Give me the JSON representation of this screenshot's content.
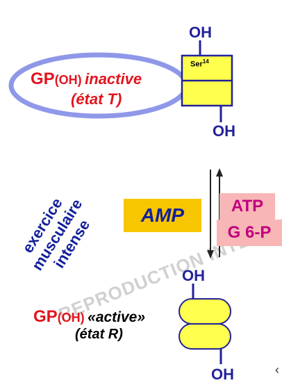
{
  "top_enzyme": {
    "top_oh": "OH",
    "ser_label": "Ser",
    "ser_superscript": "14",
    "bottom_oh": "OH",
    "name_gp": "GP",
    "name_oh": "(OH)",
    "state_word": "inactive",
    "state_name": "(état T)"
  },
  "stimulus": {
    "lines": [
      "exercice",
      "musculaire",
      "intense"
    ]
  },
  "effectors": {
    "activator": "AMP",
    "inhibitor_1": "ATP",
    "inhibitor_2": "G 6-P"
  },
  "bottom_enzyme": {
    "top_oh": "OH",
    "bottom_oh": "OH",
    "name_gp": "GP",
    "name_oh": "(OH)",
    "state_word": "«active»",
    "state_name": "(état R)"
  },
  "watermark": "REPRODUCTION INTERDITE SANS",
  "colors": {
    "ellipse_stroke": "#8f98e8",
    "enzyme_fill": "#ffff4d",
    "enzyme_stroke": "#22229a",
    "gp_red": "#e2141e",
    "amp_fill": "#f7c600",
    "inhibitor_fill": "#f8b6b6",
    "inhibitor_text": "#c00080",
    "text_blue": "#12209a"
  }
}
